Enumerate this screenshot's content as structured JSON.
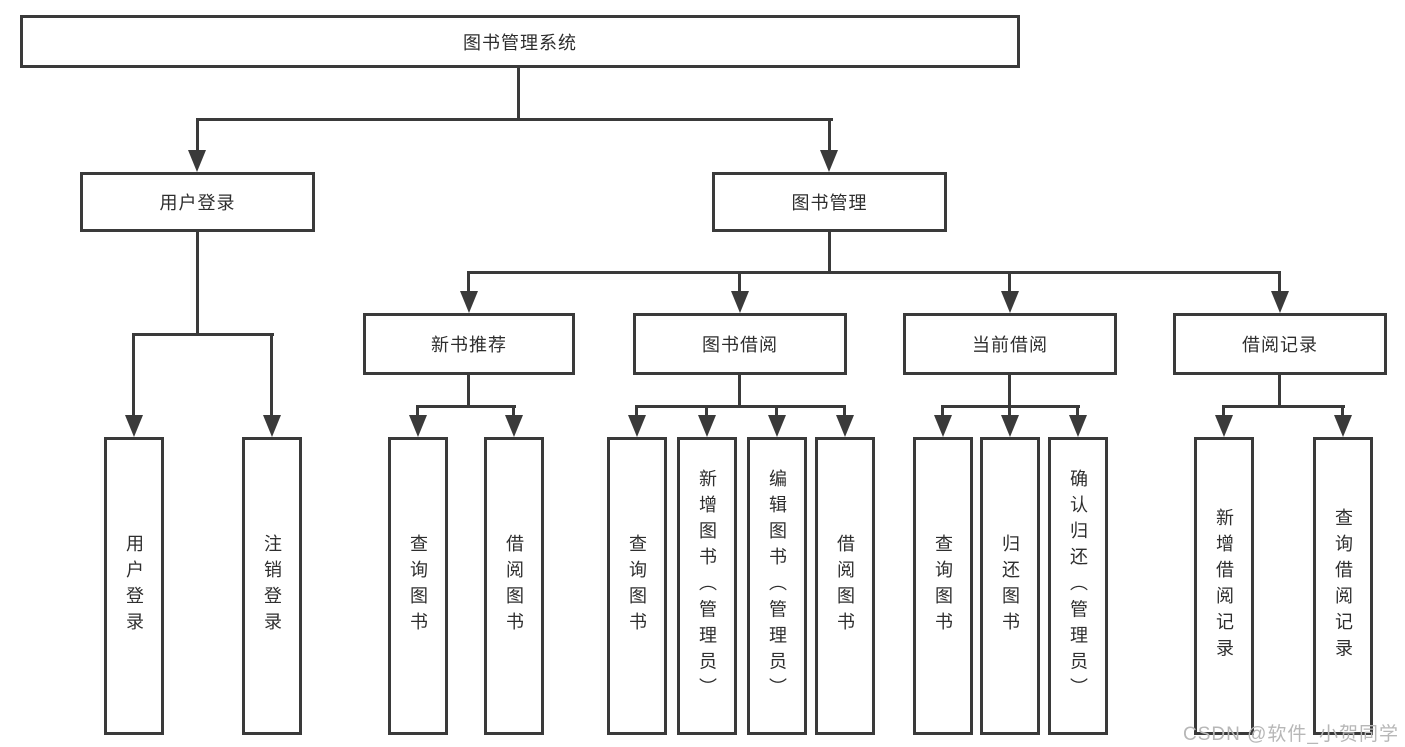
{
  "diagram": {
    "root": {
      "label": "图书管理系统"
    },
    "branches": [
      {
        "label": "用户登录",
        "leaves": [
          "用户登录",
          "注销登录"
        ]
      },
      {
        "label": "图书管理",
        "sections": [
          {
            "label": "新书推荐",
            "leaves": [
              "查询图书",
              "借阅图书"
            ]
          },
          {
            "label": "图书借阅",
            "leaves": [
              "查询图书",
              "新增图书（管理员）",
              "编辑图书（管理员）",
              "借阅图书"
            ]
          },
          {
            "label": "当前借阅",
            "leaves": [
              "查询图书",
              "归还图书",
              "确认归还（管理员）"
            ]
          },
          {
            "label": "借阅记录",
            "leaves": [
              "新增借阅记录",
              "查询借阅记录"
            ]
          }
        ]
      }
    ]
  },
  "watermark": {
    "text": "CSDN @软件_小贺同学"
  },
  "colors": {
    "line": "#3a3a3a",
    "text": "#2e2e2e",
    "box_fill": "#ffffff",
    "page_background": "#ffffff",
    "watermark": "#b7b7b7"
  }
}
